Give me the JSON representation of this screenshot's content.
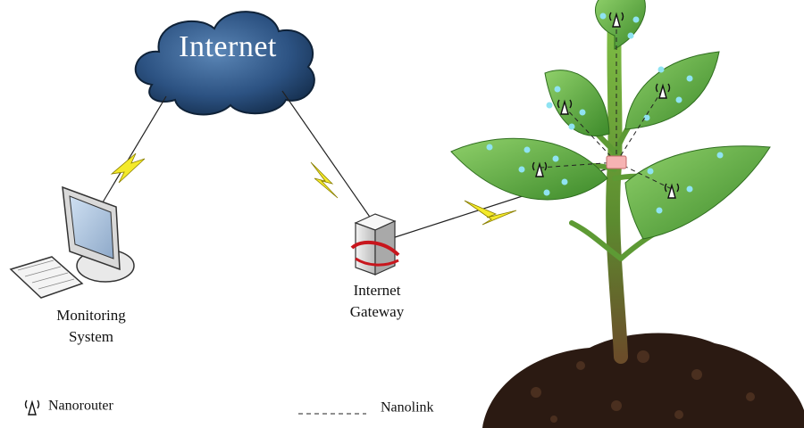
{
  "cloud": {
    "label": "Internet"
  },
  "nodes": {
    "monitoring": {
      "line1": "Monitoring",
      "line2": "System"
    },
    "gateway": {
      "line1": "Internet",
      "line2": "Gateway"
    }
  },
  "legend": {
    "nanorouter": "Nanorouter",
    "nanolink": "Nanolink"
  },
  "colors": {
    "cloud_dark": "#1f3f66",
    "cloud_light": "#4f78a8",
    "lightning": "#f4ea2a",
    "leaf": "#58a83a",
    "leaf_light": "#8fd06a",
    "stem": "#5d9a34",
    "soil": "#2b1a12",
    "nano_dot": "#8fe3f2",
    "nanointerface": "#f6b3b3"
  }
}
